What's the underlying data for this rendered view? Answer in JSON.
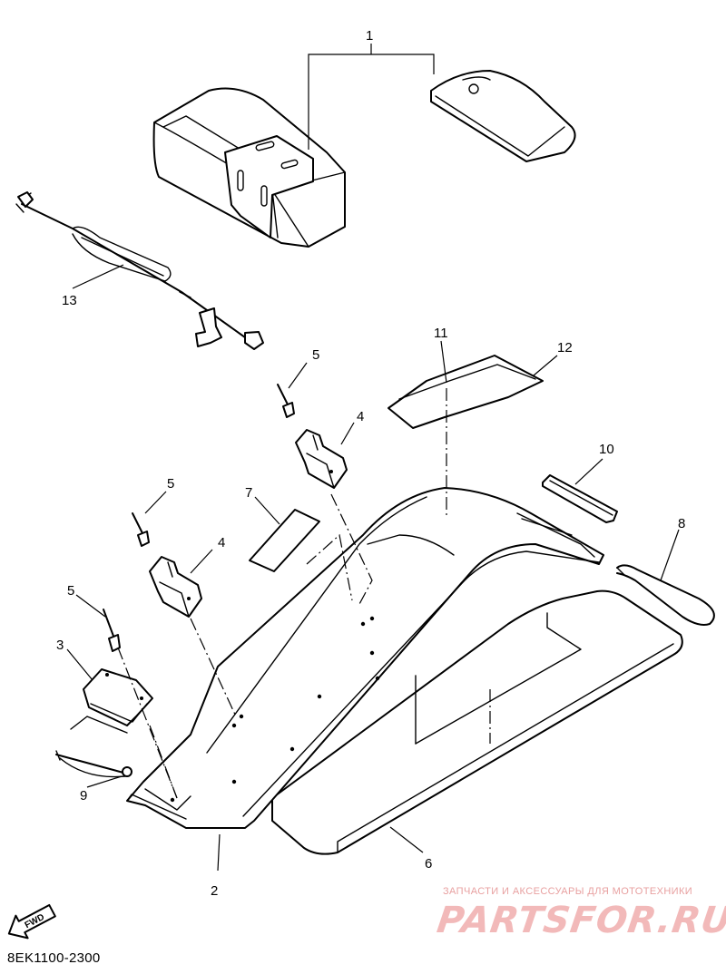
{
  "diagram": {
    "part_code": "8EK1100-2300",
    "fwd_label": "FWD",
    "callouts": [
      "1",
      "2",
      "3",
      "4",
      "4",
      "5",
      "5",
      "5",
      "6",
      "7",
      "8",
      "9",
      "10",
      "11",
      "12",
      "13"
    ]
  },
  "watermark": {
    "small_text": "ЗАПЧАСТИ И АКСЕССУАРЫ ДЛЯ МОТОТЕХНИКИ",
    "large_text": "PARTSFOR.RU",
    "color": "#f2b9b9"
  }
}
